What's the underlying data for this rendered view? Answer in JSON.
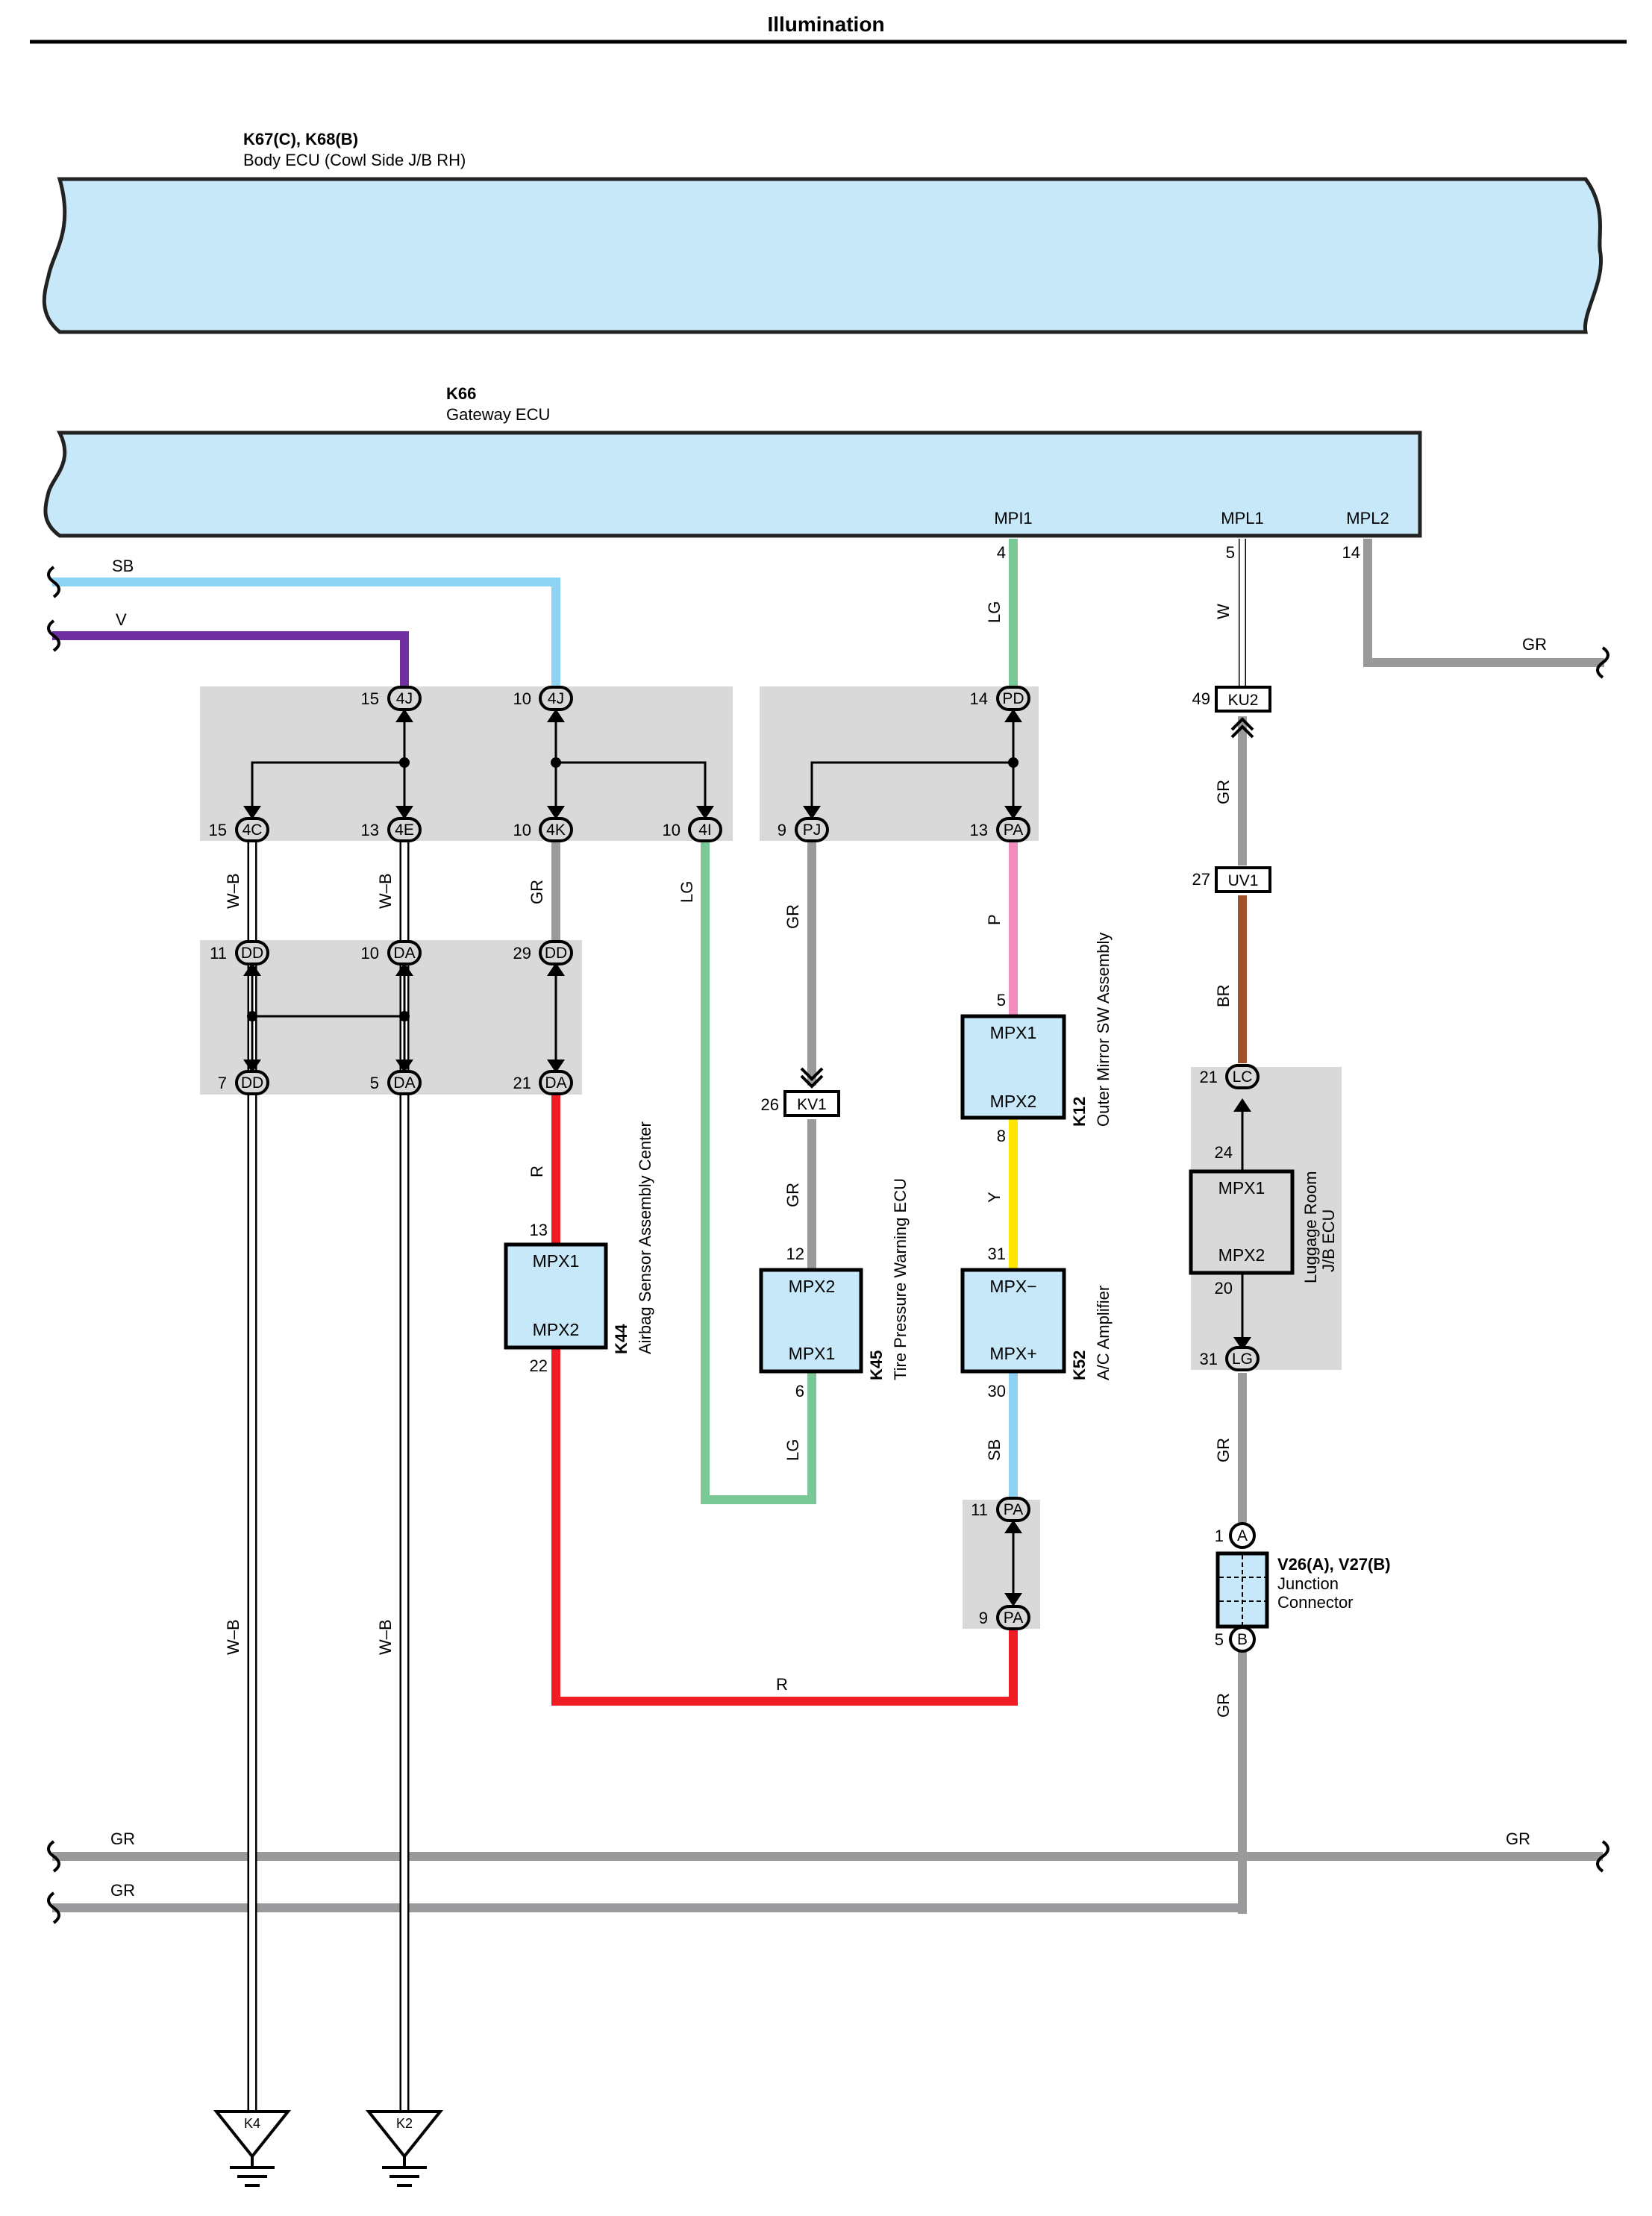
{
  "title": "Illumination",
  "components": {
    "body_ecu": {
      "code": "K67(C), K68(B)",
      "name": "Body ECU (Cowl Side J/B RH)"
    },
    "gateway_ecu": {
      "code": "K66",
      "name": "Gateway ECU",
      "terminals": [
        "MPI1",
        "MPL1",
        "MPL2"
      ]
    },
    "airbag": {
      "code": "K44",
      "name": "Airbag Sensor Assembly Center",
      "top": "MPX1",
      "bottom": "MPX2"
    },
    "tpms": {
      "code": "K45",
      "name": "Tire Pressure Warning ECU",
      "top": "MPX2",
      "bottom": "MPX1"
    },
    "mirror": {
      "code": "K12",
      "name": "Outer Mirror SW Assembly",
      "top": "MPX1",
      "bottom": "MPX2"
    },
    "ac_amp": {
      "code": "K52",
      "name": "A/C Amplifier",
      "top": "MPX−",
      "bottom": "MPX+"
    },
    "luggage": {
      "name1": "Luggage Room",
      "name2": "J/B ECU",
      "top": "MPX1",
      "bottom": "MPX2"
    },
    "junction": {
      "code": "V26(A), V27(B)",
      "name1": "Junction",
      "name2": "Connector"
    }
  },
  "connectors": {
    "c4J_left": "4J",
    "c4J_right": "4J",
    "c4C": "4C",
    "c4E": "4E",
    "c4K": "4K",
    "c4I": "4I",
    "cPD": "PD",
    "cPJ": "PJ",
    "cPA_top": "PA",
    "cDD_top": "DD",
    "cDA_top": "DA",
    "cDD_mid": "DD",
    "cDD_bot": "DD",
    "cDA_bot": "DA",
    "cDA_mid": "DA",
    "cKV1": "KV1",
    "cKU2": "KU2",
    "cUV1": "UV1",
    "cLC": "LC",
    "cLG": "LG",
    "cPA_11": "PA",
    "cPA_9": "PA",
    "cA": "A",
    "cB": "B"
  },
  "pins": {
    "p15a": "15",
    "p10a": "10",
    "p14a": "14",
    "p49": "49",
    "p15b": "15",
    "p13b": "13",
    "p10b": "10",
    "p10c": "10",
    "p9a": "9",
    "p13c": "13",
    "p11": "11",
    "p10d": "10",
    "p29": "29",
    "p27": "27",
    "p7": "7",
    "p5a": "5",
    "p21a": "21",
    "p21b": "21",
    "p26": "26",
    "p13d": "13",
    "p22": "22",
    "p12": "12",
    "p6": "6",
    "p5b": "5",
    "p8": "8",
    "p31a": "31",
    "p30": "30",
    "p24": "24",
    "p20": "20",
    "p31b": "31",
    "p11b": "11",
    "p9b": "9",
    "p1": "1",
    "p5c": "5",
    "g4": "4",
    "g5": "5",
    "g14": "14"
  },
  "wires": {
    "sb_top": "SB",
    "v_top": "V",
    "lg_top": "LG",
    "w_top": "W",
    "gr_right": "GR",
    "wb1": "W–B",
    "wb2": "W–B",
    "gr_4k": "GR",
    "lg_4i": "LG",
    "gr_pj": "GR",
    "p_pa": "P",
    "gr_ku2": "GR",
    "br_uv1": "BR",
    "r_da": "R",
    "gr_kv1": "GR",
    "y_mirror": "Y",
    "lg_k45": "LG",
    "sb_k52": "SB",
    "gr_lg": "GR",
    "r_bottom": "R",
    "gr_v27": "GR",
    "wb3": "W–B",
    "wb4": "W–B",
    "gr_bus1": "GR",
    "gr_bus1r": "GR",
    "gr_bus2": "GR"
  },
  "grounds": {
    "k4": "K4",
    "k2": "K2"
  },
  "colors": {
    "SB": "#8fd3f4",
    "V": "#7030a0",
    "LG": "#7ac896",
    "GR": "#9a9a9c",
    "P": "#f18dbd",
    "R": "#ee1c25",
    "BR": "#a0522d",
    "Y": "#ffe600",
    "W": "#ffffff",
    "ecu_fill": "#c6e8f8",
    "jb_fill": "#d9d9da"
  }
}
